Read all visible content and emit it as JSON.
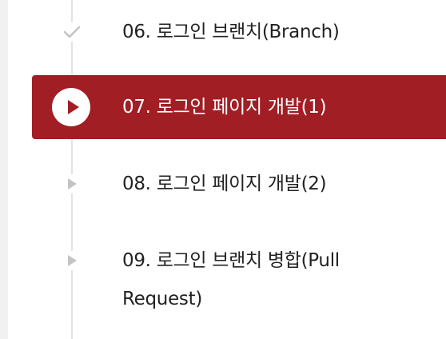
{
  "lessons": [
    {
      "label": "06. 로그인 브랜치(Branch)",
      "status": "completed",
      "icon": "check-icon"
    },
    {
      "label": "07. 로그인 페이지 개발(1)",
      "status": "active",
      "icon": "play-circle-icon"
    },
    {
      "label": "08. 로그인 페이지 개발(2)",
      "status": "pending",
      "icon": "play-icon"
    },
    {
      "label": "09. 로그인 브랜치 병합(Pull Request)",
      "status": "pending",
      "icon": "play-icon"
    }
  ],
  "colors": {
    "accent": "#a11e24",
    "timeline": "#e3e3e3",
    "muted_icon": "#c4c4c4",
    "text": "#222222"
  }
}
